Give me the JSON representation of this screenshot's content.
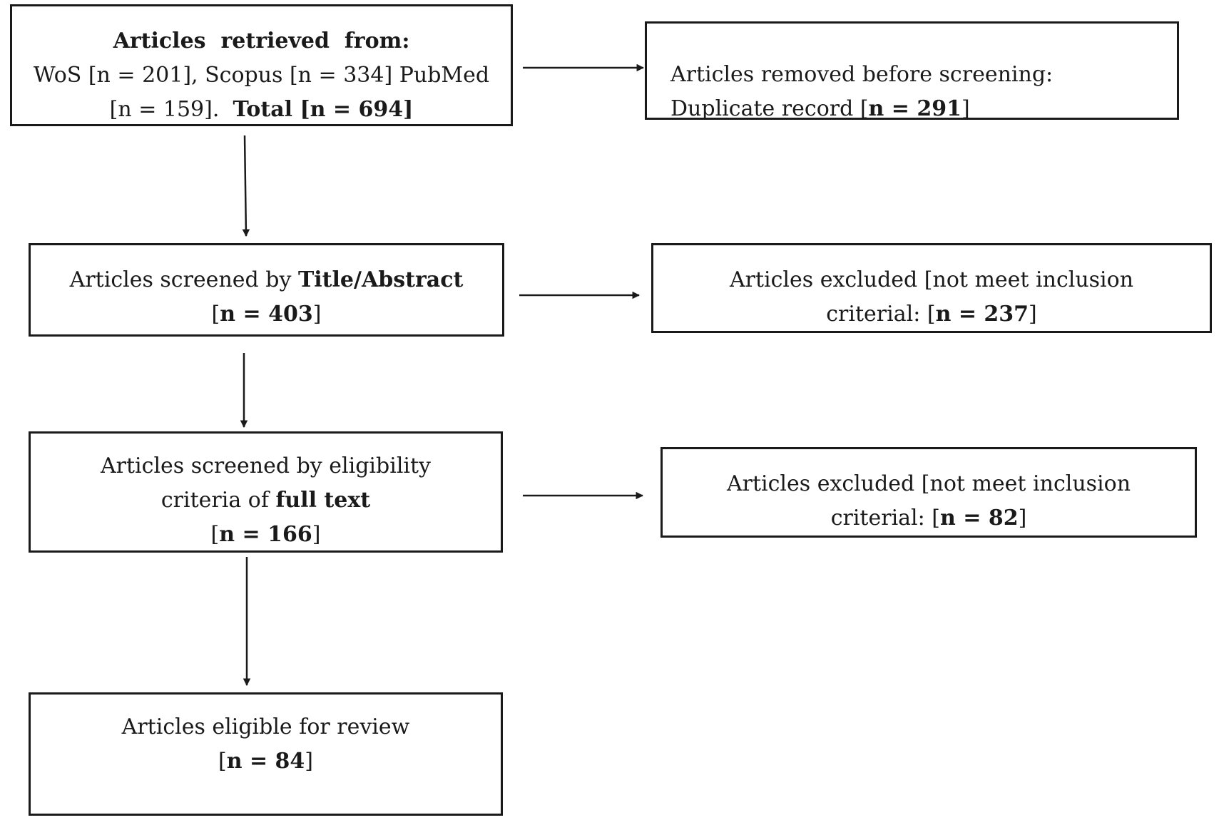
{
  "boxes": {
    "retrieved": {
      "lines": [
        [
          {
            "t": "Articles  retrieved  from:",
            "b": true
          }
        ],
        [
          {
            "t": "WoS [n = 201], Scopus [n = 334] PubMed"
          }
        ],
        [
          {
            "t": "[n = 159].  "
          },
          {
            "t": "Total [n = 694]",
            "b": true
          }
        ]
      ]
    },
    "removed": {
      "lines": [
        [
          {
            "t": "Articles removed before screening:"
          }
        ],
        [
          {
            "t": "Duplicate record ["
          },
          {
            "t": "n = 291",
            "b": true
          },
          {
            "t": "]"
          }
        ]
      ]
    },
    "screened_title": {
      "lines": [
        [
          {
            "t": "Articles screened by "
          },
          {
            "t": "Title/Abstract",
            "b": true
          }
        ],
        [
          {
            "t": "["
          },
          {
            "t": "n = 403",
            "b": true
          },
          {
            "t": "]"
          }
        ]
      ]
    },
    "excluded_1": {
      "lines": [
        [
          {
            "t": "Articles excluded [not meet inclusion"
          }
        ],
        [
          {
            "t": "criterial: ["
          },
          {
            "t": "n = 237",
            "b": true
          },
          {
            "t": "]"
          }
        ]
      ]
    },
    "screened_fulltext": {
      "lines": [
        [
          {
            "t": "Articles screened by eligibility"
          }
        ],
        [
          {
            "t": "criteria of "
          },
          {
            "t": "full text",
            "b": true
          }
        ],
        [
          {
            "t": "["
          },
          {
            "t": "n = 166",
            "b": true
          },
          {
            "t": "]"
          }
        ]
      ]
    },
    "excluded_2": {
      "lines": [
        [
          {
            "t": "Articles excluded [not meet inclusion"
          }
        ],
        [
          {
            "t": "criterial: ["
          },
          {
            "t": "n = 82",
            "b": true
          },
          {
            "t": "]"
          }
        ]
      ]
    },
    "eligible": {
      "lines": [
        [
          {
            "t": "Articles eligible for review"
          }
        ],
        [
          {
            "t": "["
          },
          {
            "t": "n = 84",
            "b": true
          },
          {
            "t": "]"
          }
        ]
      ]
    }
  }
}
